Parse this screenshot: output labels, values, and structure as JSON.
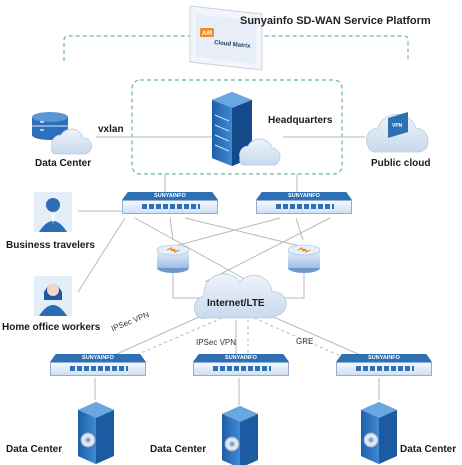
{
  "platform": {
    "title": "Sunyainfo SD-WAN Service Platform",
    "logo_text": "Cloud Matrix",
    "logo_brand": "AiR"
  },
  "nodes": {
    "data_center_top": "Data Center",
    "headquarters": "Headquarters",
    "public_cloud": "Public cloud",
    "public_cloud_badge": "VPN",
    "business_travelers": "Business travelers",
    "home_office_workers": "Home office workers",
    "internet": "Internet/LTE",
    "dc_left": "Data Center",
    "dc_mid": "Data Center",
    "dc_right": "Data Center"
  },
  "links": {
    "vxlan": "vxlan",
    "ipsec_left": "IPSec VPN",
    "ipsec_mid": "IPSec VPN",
    "gre": "GRE"
  },
  "device_brand": "SUNYAINFO",
  "colors": {
    "dashed_green": "#6fb3a6",
    "line_gray": "#b9b9b9",
    "device_blue": "#2f6fb3",
    "device_light": "#e3eef9",
    "cloud": "#dbe7f4",
    "accent_orange": "#f08a24"
  }
}
